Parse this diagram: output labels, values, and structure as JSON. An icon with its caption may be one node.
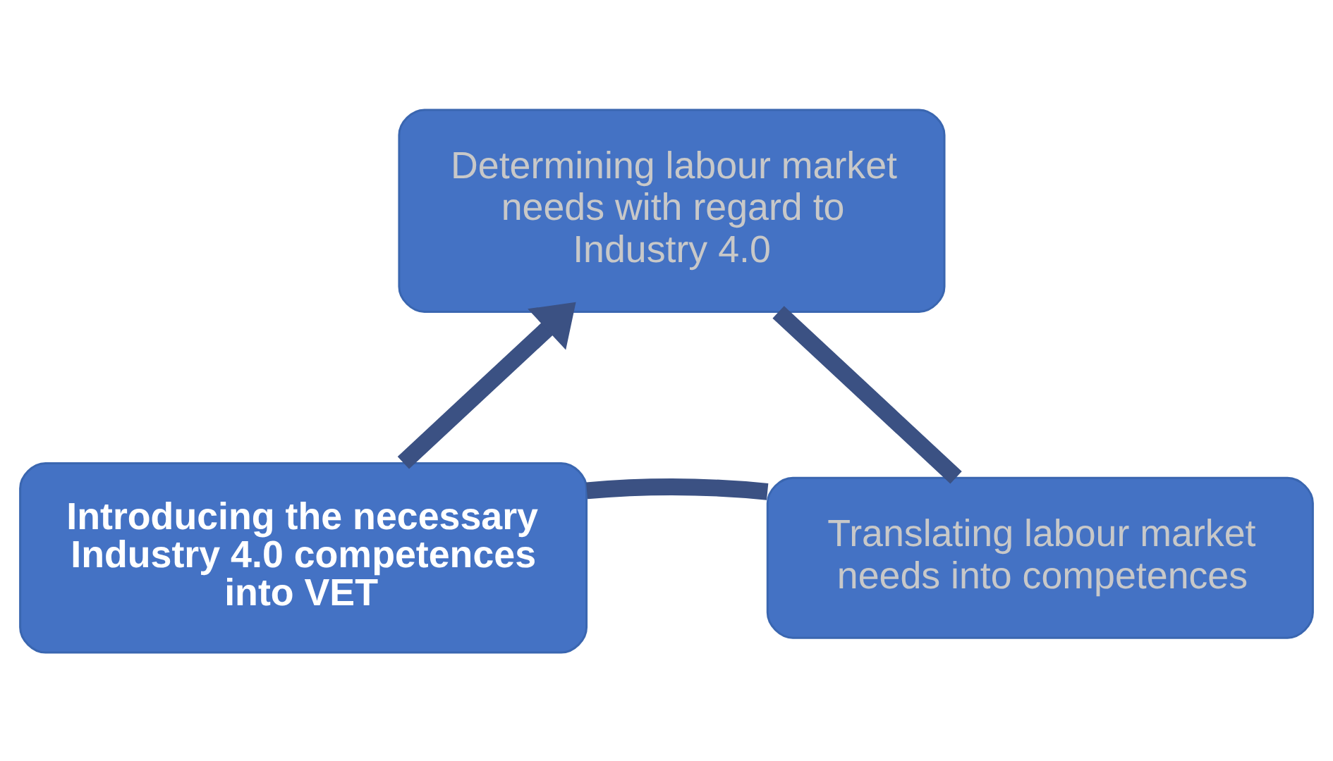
{
  "diagram": {
    "nodes": [
      {
        "text": [
          "Determining labour market needs with regard to Industry 4.0"
        ]
      },
      {
        "text": [
          "Translating labour market needs into competences"
        ]
      },
      {
        "text": [
          "Introducing the necessary Industry 4.0 competences into VET"
        ]
      }
    ],
    "edges": [
      {
        "from": 0,
        "to": 1,
        "arrow": "none"
      },
      {
        "from": 1,
        "to": 2,
        "arrow": "none"
      },
      {
        "from": 2,
        "to": 0,
        "arrow": "to"
      }
    ]
  }
}
